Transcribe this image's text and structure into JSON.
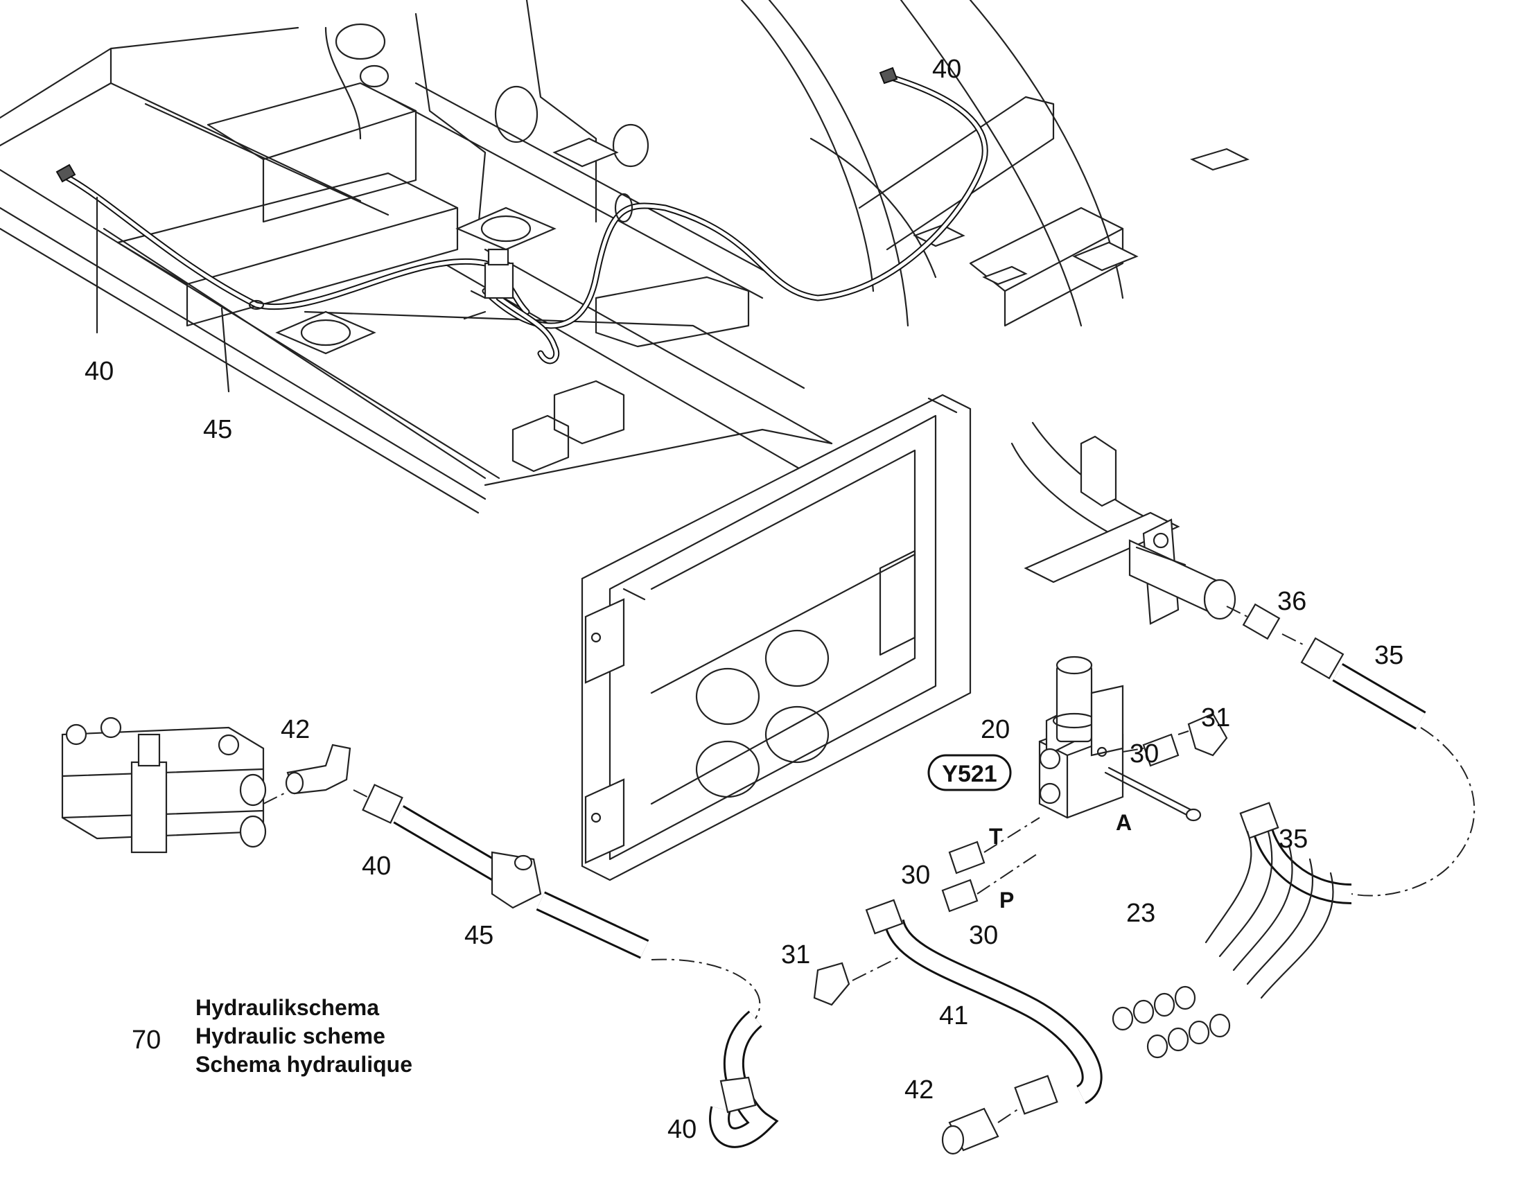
{
  "callouts": {
    "c40_top": "40",
    "c40_left": "40",
    "c45_top": "45",
    "c36": "36",
    "c35_upper": "35",
    "c42_left": "42",
    "c20": "20",
    "c31_right": "31",
    "c30_a": "30",
    "c35_lower": "35",
    "c40_mid": "40",
    "c30_t": "30",
    "c23": "23",
    "c45_mid": "45",
    "c30_p": "30",
    "c31_left": "31",
    "c41": "41",
    "c42_bottom": "42",
    "c40_bottom": "40"
  },
  "ports": {
    "T": "T",
    "P": "P",
    "A": "A"
  },
  "component_badge": "Y521",
  "legend": {
    "number": "70",
    "lines": [
      "Hydraulikschema",
      "Hydraulic scheme",
      "Schema hydraulique"
    ]
  }
}
